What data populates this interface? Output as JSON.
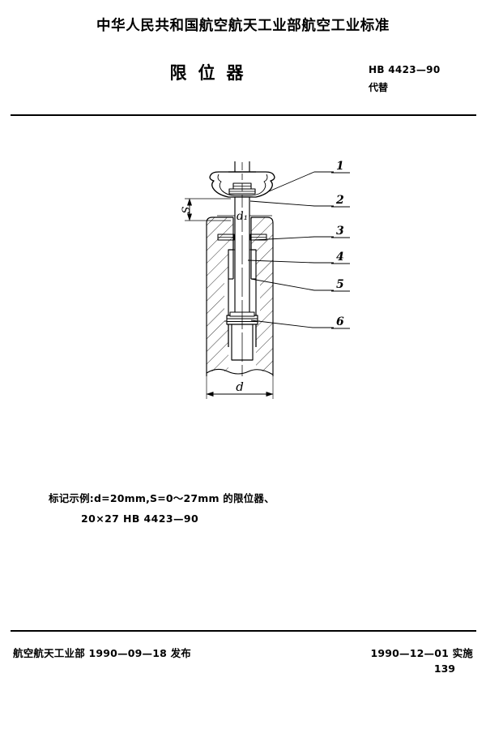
{
  "header": {
    "issuing_authority_line": "中华人民共和国航空航天工业部航空工业标准",
    "title": "限位器",
    "standard_code": "HB 4423—90",
    "replaces_label": "代替"
  },
  "figure": {
    "dimension_labels": {
      "stroke": "S",
      "pin_diameter": "d₁",
      "body_diameter": "d"
    },
    "callouts": [
      {
        "id": "1",
        "label": "1"
      },
      {
        "id": "2",
        "label": "2"
      },
      {
        "id": "3",
        "label": "3"
      },
      {
        "id": "4",
        "label": "4"
      },
      {
        "id": "5",
        "label": "5"
      },
      {
        "id": "6",
        "label": "6"
      }
    ]
  },
  "marking_example": {
    "line1": "标记示例:d=20mm,S=0～27mm 的限位器、",
    "line2": "20×27   HB 4423—90"
  },
  "footer": {
    "issue": "航空航天工业部 1990—09—18 发布",
    "effective": "1990—12—01 实施",
    "page_number": "139"
  },
  "colors": {
    "ink": "#000000",
    "paper": "#ffffff"
  }
}
